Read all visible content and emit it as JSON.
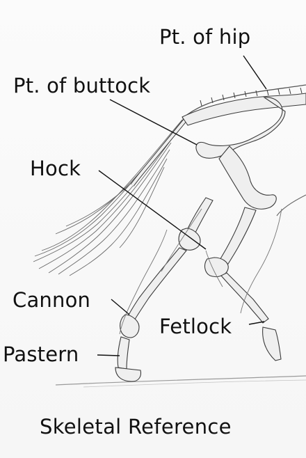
{
  "labels": {
    "point_of_hip": "Pt. of hip",
    "point_of_buttock": "Pt. of buttock",
    "hock": "Hock",
    "cannon": "Cannon",
    "fetlock": "Fetlock",
    "pastern": "Pastern"
  },
  "caption": "Skeletal Reference",
  "colors": {
    "ink": "#111111",
    "pencil": "#3a3a3a",
    "bone_fill": "#efefef",
    "paper": "#f7f7f7"
  }
}
